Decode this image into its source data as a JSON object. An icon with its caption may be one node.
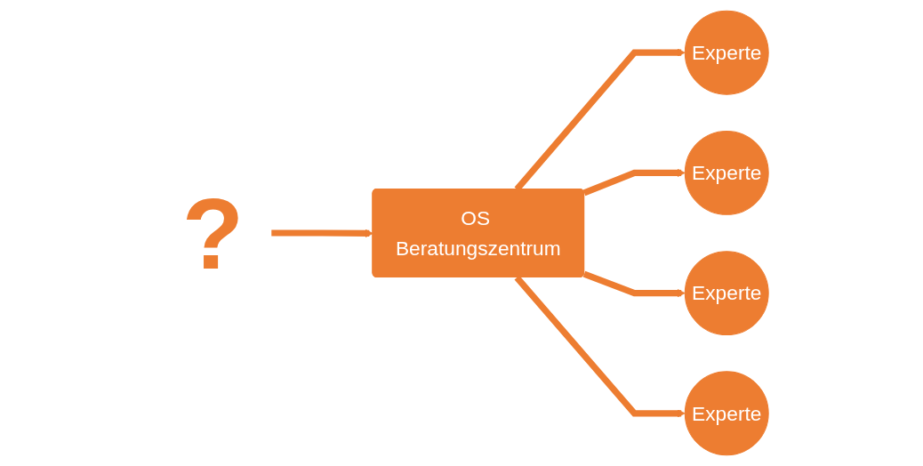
{
  "diagram": {
    "nodes": [
      {
        "text": [
          "?"
        ]
      },
      {
        "text": [
          "OS Beratungszentrum"
        ]
      },
      {
        "text": [
          "Experte"
        ]
      },
      {
        "text": [
          "Experte"
        ]
      },
      {
        "text": [
          "Experte"
        ]
      },
      {
        "text": [
          "Experte"
        ]
      }
    ],
    "edges": [
      {
        "from": 0,
        "to": 1,
        "arrow": "to"
      },
      {
        "from": 1,
        "to": 2,
        "arrow": "to"
      },
      {
        "from": 1,
        "to": 3,
        "arrow": "to"
      },
      {
        "from": 1,
        "to": 4,
        "arrow": "to"
      },
      {
        "from": 1,
        "to": 5,
        "arrow": "to"
      }
    ]
  }
}
